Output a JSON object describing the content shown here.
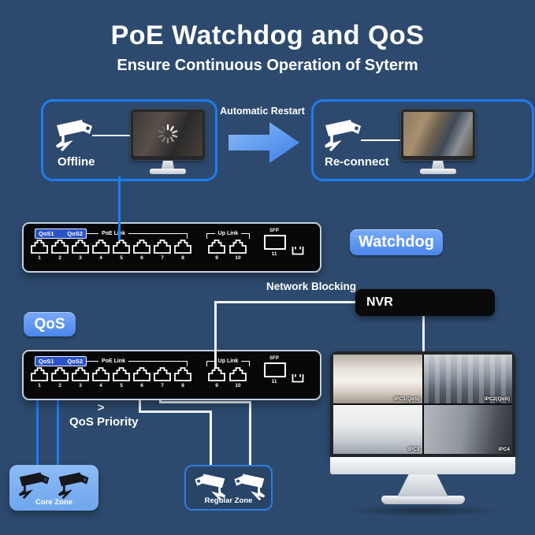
{
  "header": {
    "title": "PoE Watchdog and QoS",
    "subtitle": "Ensure Continuous Operation of Syterm"
  },
  "flow": {
    "offline_label": "Offline",
    "arrow_label": "Automatic Restart",
    "reconnect_label": "Re-connect"
  },
  "switch_panel": {
    "qos1": "QoS1",
    "qos2": "QoS2",
    "poe_link": "PoE Link",
    "up_link": "Up Link",
    "sfp": "SFP",
    "sfp_port": "11",
    "ports": [
      "1",
      "2",
      "3",
      "4",
      "5",
      "6",
      "7",
      "8",
      "9",
      "10"
    ]
  },
  "badges": {
    "watchdog": "Watchdog",
    "qos": "QoS"
  },
  "labels": {
    "network_blocking": "Network Blocking",
    "nvr": "NVR",
    "qos_priority_symbol": ">",
    "qos_priority": "QoS Priority",
    "core_zone": "Core Zone",
    "regular_zone": "Regular Zone"
  },
  "feeds": {
    "ipc1": "IPC1(QoS)",
    "ipc2": "IPC2(QoS)",
    "ipc3": "IPC3",
    "ipc4": "IPC4"
  },
  "colors": {
    "background": "#2d4a6e",
    "accent_blue": "#1e7cf0",
    "badge_blue": "#4c86ea",
    "line_white": "#f2f5f8",
    "switch_black": "#070708",
    "qos_bar_blue": "#2b52c8",
    "core_zone_fill": "#6fa6ee"
  }
}
